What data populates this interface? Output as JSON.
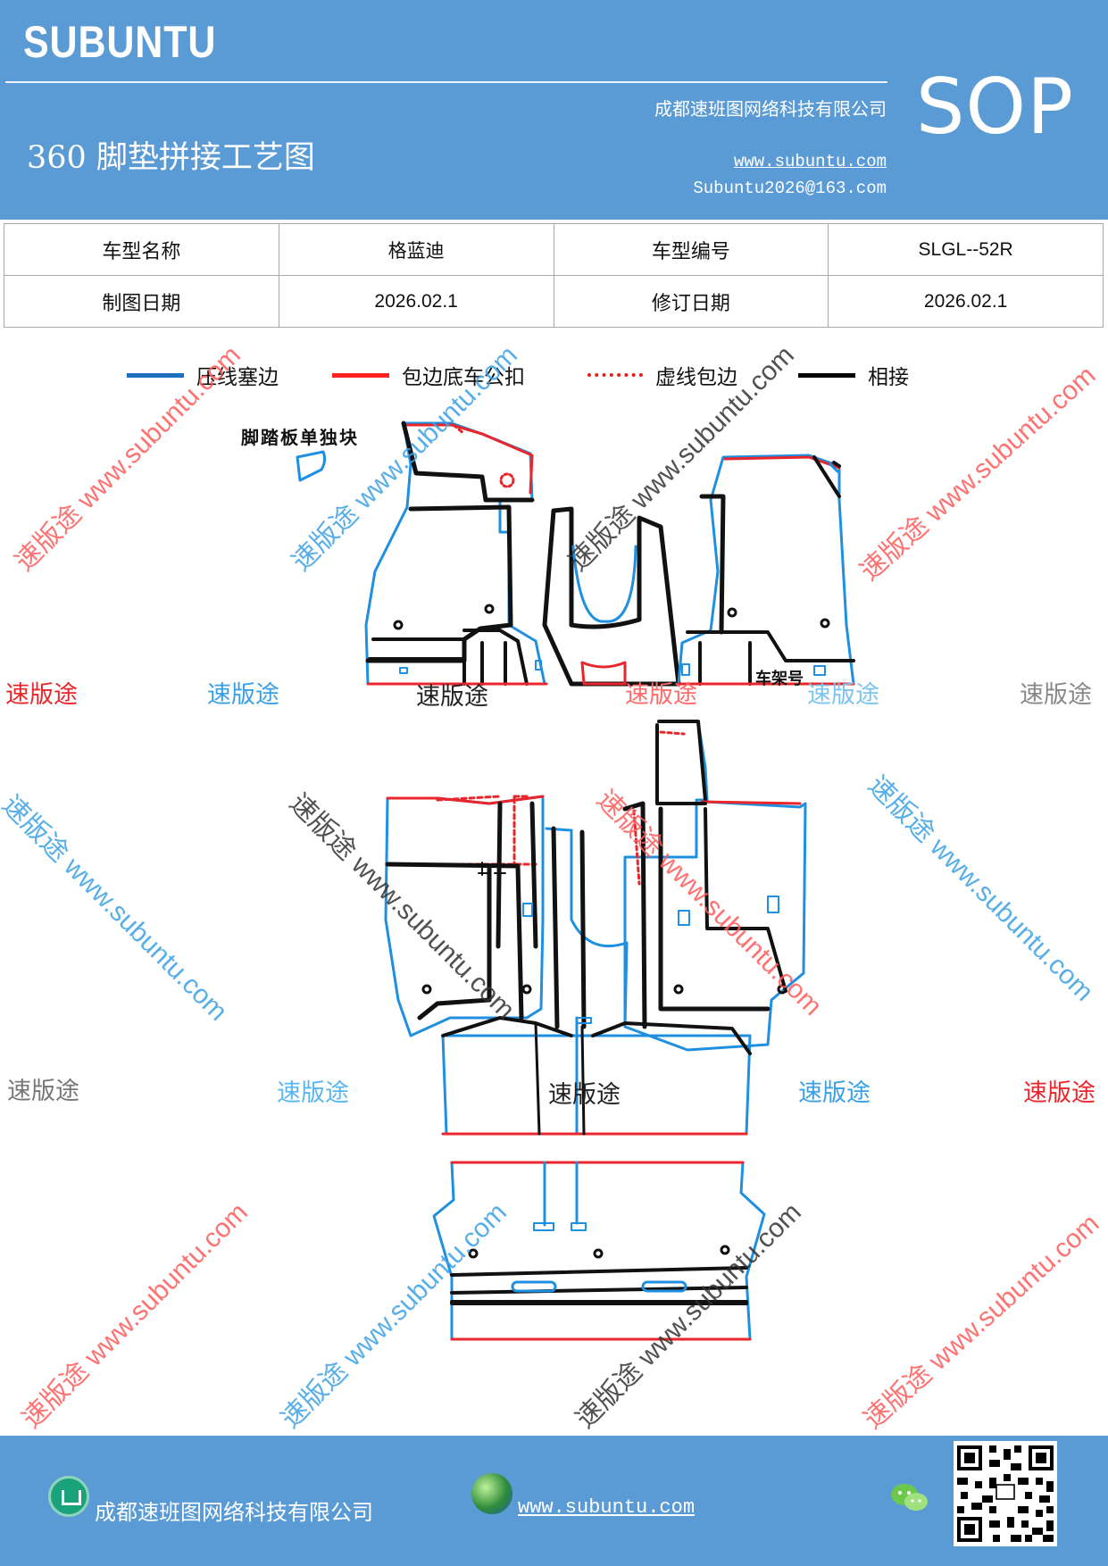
{
  "header": {
    "brand": "SUBUNTU",
    "company": "成都速班图网络科技有限公司",
    "title": "360 脚垫拼接工艺图",
    "url": "www.subuntu.com",
    "email": "Subuntu2026@163.com",
    "badge": "SOP"
  },
  "info": {
    "model_name_label": "车型名称",
    "model_name": "格蓝迪",
    "model_code_label": "车型编号",
    "model_code": "SLGL--52R",
    "draw_date_label": "制图日期",
    "draw_date": "2026.02.1",
    "revise_date_label": "修订日期",
    "revise_date": "2026.02.1"
  },
  "legend": [
    {
      "label": "压线塞边",
      "color": "#1f6fbf",
      "style": "solid"
    },
    {
      "label": "包边底车公扣",
      "color": "#ff2020",
      "style": "solid"
    },
    {
      "label": "虚线包边",
      "color": "#e02020",
      "style": "dotted"
    },
    {
      "label": "相接",
      "color": "#000000",
      "style": "solid"
    }
  ],
  "diagram": {
    "pedal_label": "脚踏板单独块",
    "rack_label": "车架号"
  },
  "watermark": {
    "brand_cn": "速版途",
    "url": "www.subuntu.com",
    "combo": "速版途 www.subuntu.com"
  },
  "footer": {
    "company": "成都速班图网络科技有限公司",
    "url": "www.subuntu.com"
  },
  "colors": {
    "header_bg": "#5b9bd5",
    "blue_line": "#1f8fe0",
    "red_line": "#e8262b",
    "black_line": "#111111"
  }
}
